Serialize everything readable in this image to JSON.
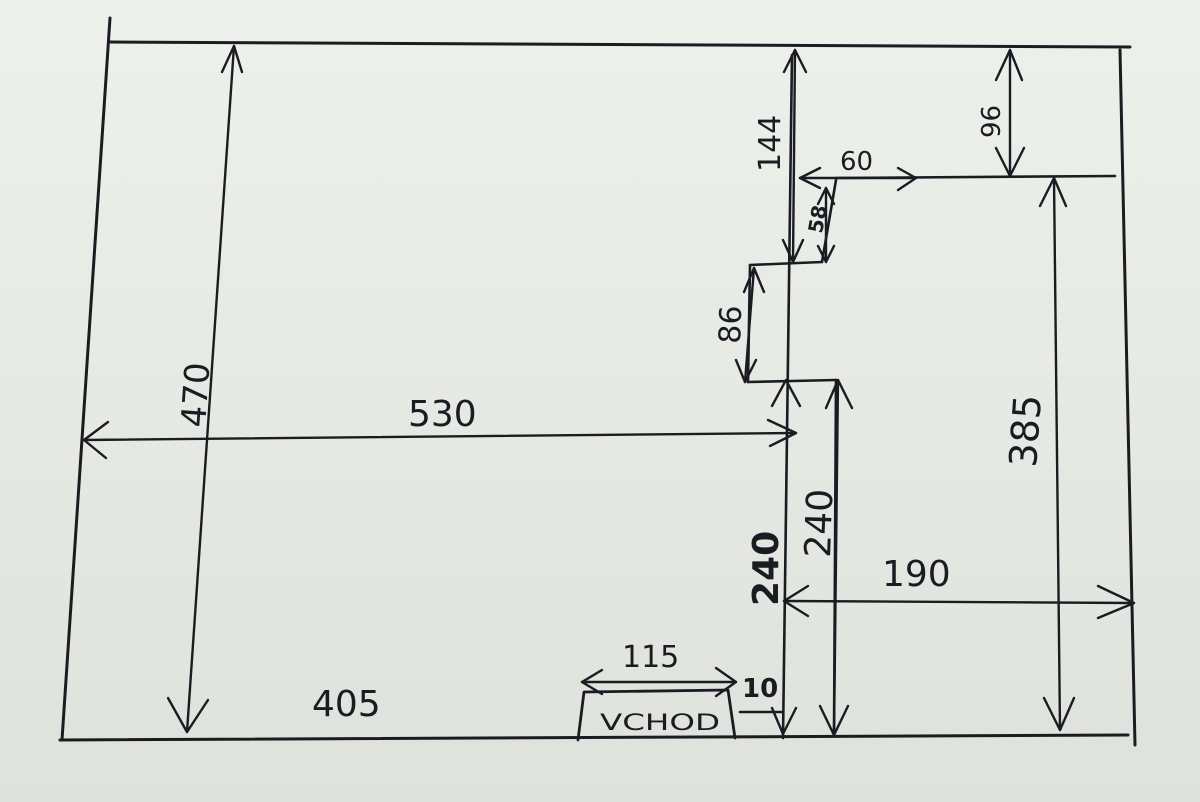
{
  "sketch": {
    "labels": {
      "total_height": "470",
      "width_to_partition": "530",
      "bottom_segment": "405",
      "entrance_width": "115",
      "entrance_text": "VCHOD",
      "entrance_offset": "10",
      "partition_height_left": "240",
      "partition_height_right": "240",
      "top_right_height": "144",
      "step_width": "60",
      "step_height": "58",
      "notch_height": "86",
      "corner_height": "96",
      "right_room_height": "385",
      "right_room_width": "190"
    },
    "ink_color": "#1b1c22",
    "paper_color": "#e7e9e4"
  }
}
